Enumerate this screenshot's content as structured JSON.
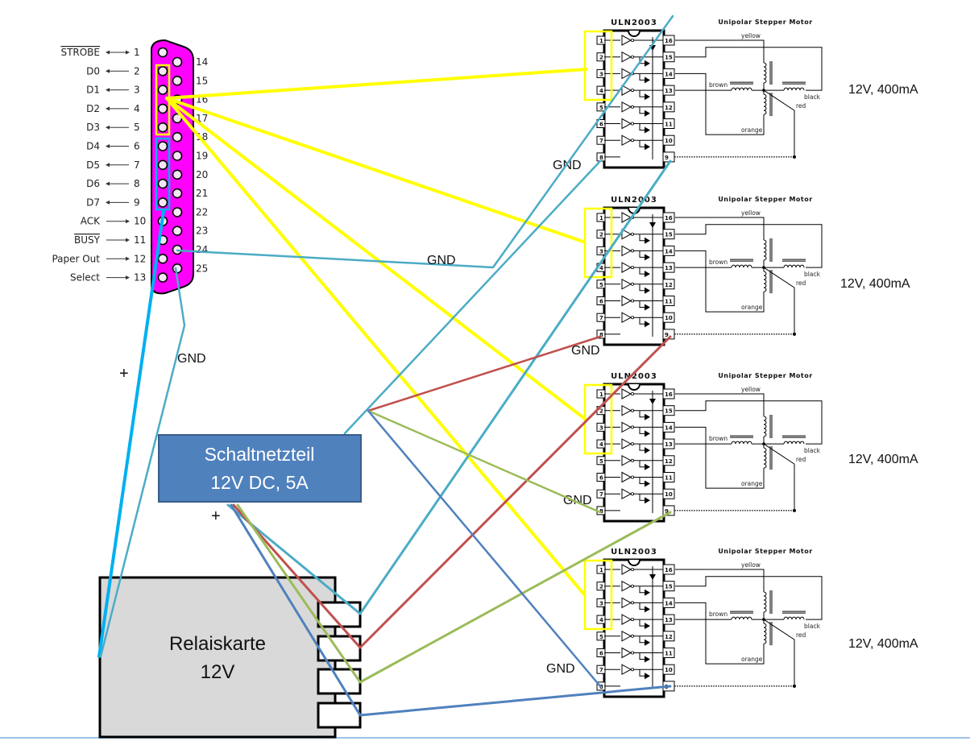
{
  "connector": {
    "left_pins": [
      {
        "num": "1",
        "label": "STROBE",
        "overline": true,
        "dir": "both"
      },
      {
        "num": "2",
        "label": "D0",
        "overline": false,
        "dir": "left"
      },
      {
        "num": "3",
        "label": "D1",
        "overline": false,
        "dir": "left"
      },
      {
        "num": "4",
        "label": "D2",
        "overline": false,
        "dir": "left"
      },
      {
        "num": "5",
        "label": "D3",
        "overline": false,
        "dir": "left"
      },
      {
        "num": "6",
        "label": "D4",
        "overline": false,
        "dir": "left"
      },
      {
        "num": "7",
        "label": "D5",
        "overline": false,
        "dir": "left"
      },
      {
        "num": "8",
        "label": "D6",
        "overline": false,
        "dir": "left"
      },
      {
        "num": "9",
        "label": "D7",
        "overline": false,
        "dir": "left"
      },
      {
        "num": "10",
        "label": "ACK",
        "overline": false,
        "dir": "right"
      },
      {
        "num": "11",
        "label": "BUSY",
        "overline": true,
        "dir": "right"
      },
      {
        "num": "12",
        "label": "Paper Out",
        "overline": false,
        "dir": "right"
      },
      {
        "num": "13",
        "label": "Select",
        "overline": false,
        "dir": "right"
      }
    ],
    "right_pins": [
      "14",
      "15",
      "16",
      "17",
      "18",
      "19",
      "20",
      "21",
      "22",
      "23",
      "24",
      "25"
    ],
    "body_color": "#ff00ff"
  },
  "drivers": [
    {
      "chip": "ULN2003",
      "motor_title": "Unipolar Stepper Motor",
      "spec": "12V, 400mA",
      "gnd_label": "GND"
    },
    {
      "chip": "ULN2003",
      "motor_title": "Unipolar Stepper Motor",
      "spec": "12V, 400mA",
      "gnd_label": "GND"
    },
    {
      "chip": "ULN2003",
      "motor_title": "Unipolar Stepper Motor",
      "spec": "12V, 400mA",
      "gnd_label": "GND"
    },
    {
      "chip": "ULN2003",
      "motor_title": "Unipolar Stepper Motor",
      "spec": "12V, 400mA",
      "gnd_label": "GND"
    }
  ],
  "chip_left_pins": [
    "1",
    "2",
    "3",
    "4",
    "5",
    "6",
    "7",
    "8"
  ],
  "chip_right_pins": [
    "16",
    "15",
    "14",
    "13",
    "12",
    "11",
    "10",
    "9"
  ],
  "motor_wire_labels": {
    "yellow": "yellow",
    "brown": "brown",
    "black": "black",
    "red": "red",
    "orange": "orange"
  },
  "power_supply": {
    "line1": "Schaltnetzteil",
    "line2": "12V DC, 5A",
    "plus": "+",
    "color": "#4f81bd"
  },
  "relay_card": {
    "line1": "Relaiskarte",
    "line2": "12V",
    "fill": "#d9d9d9"
  },
  "labels": {
    "gnd_connector": "GND",
    "gnd_24": "GND",
    "plus_left": "+"
  },
  "wire_colors": {
    "data": "#ffff00",
    "gnd": "#4bacc6",
    "vplus": "#00b0f0",
    "red": "#c0504d",
    "green": "#9bbb59",
    "blue": "#4f81bd"
  }
}
